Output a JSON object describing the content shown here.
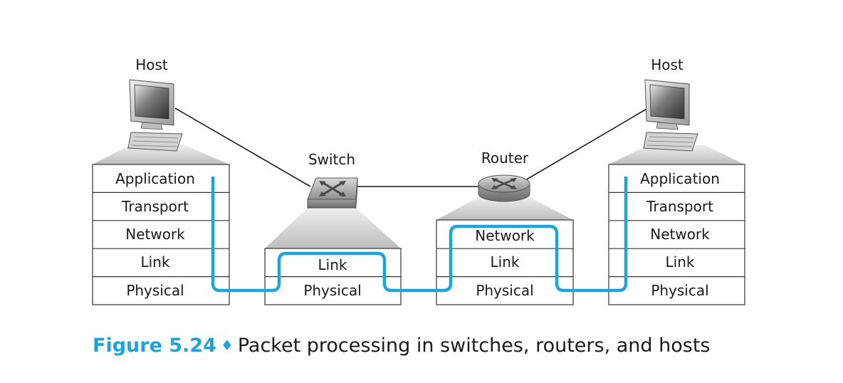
{
  "nodes": {
    "host_left": {
      "label": "Host",
      "layers": [
        "Application",
        "Transport",
        "Network",
        "Link",
        "Physical"
      ]
    },
    "switch": {
      "label": "Switch",
      "layers": [
        "Link",
        "Physical"
      ]
    },
    "router": {
      "label": "Router",
      "layers": [
        "Network",
        "Link",
        "Physical"
      ]
    },
    "host_right": {
      "label": "Host",
      "layers": [
        "Application",
        "Transport",
        "Network",
        "Link",
        "Physical"
      ]
    }
  },
  "caption": {
    "figure": "Figure 5.24",
    "symbol": "♦",
    "text": "Packet processing in switches, routers, and hosts"
  },
  "colors": {
    "path": "#1fa3dc",
    "caption_accent": "#1fa3dc",
    "stack_border": "#333333",
    "shadow": "#c8c8c8"
  },
  "icons": {
    "host": "computer-icon",
    "switch": "switch-icon",
    "router": "router-icon"
  }
}
